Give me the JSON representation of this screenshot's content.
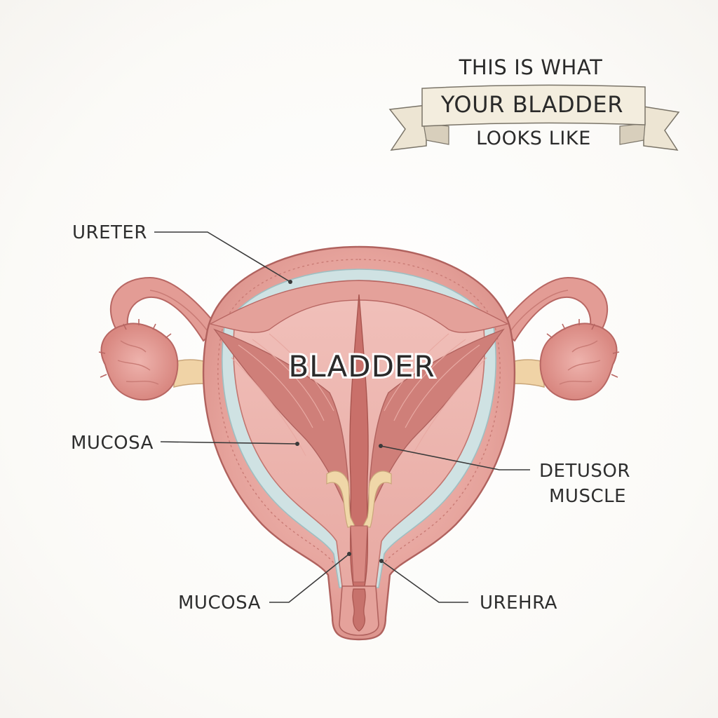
{
  "banner": {
    "line1": "THIS IS WHAT",
    "line2": "YOUR BLADDER",
    "line3": "LOOKS LIKE"
  },
  "diagram": {
    "title": "BLADDER",
    "labels": {
      "ureter": "URETER",
      "mucosa_left": "MUCOSA",
      "detrusor_line1": "DETUSOR",
      "detrusor_line2": "MUSCLE",
      "mucosa_bottom": "MUCOSA",
      "urethra": "UREHRA"
    }
  },
  "colors": {
    "tissue": "#e9a59f",
    "tissue_dark": "#c8716c",
    "muscle": "#eab3ad",
    "mucosa_blue": "#cfe3e4",
    "outline": "#b86763",
    "yellow": "#f0d7a8",
    "banner": "#f2ecdd"
  }
}
